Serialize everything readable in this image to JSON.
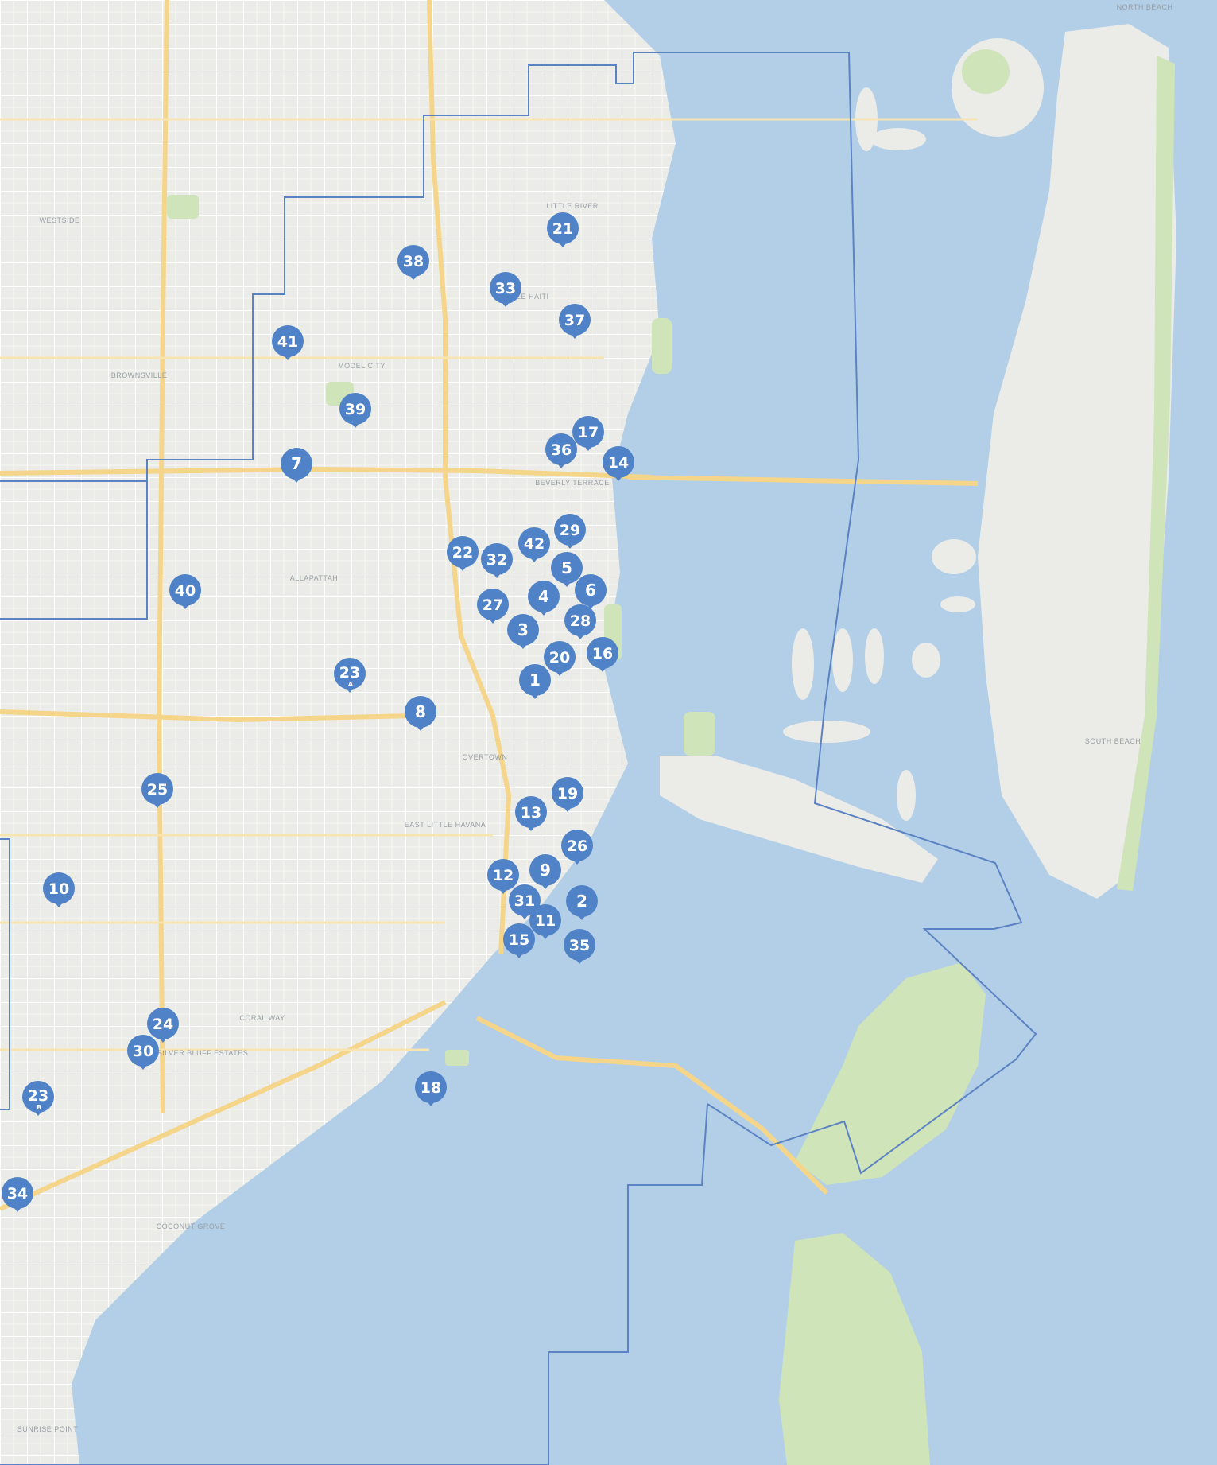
{
  "colors": {
    "land": "#ebebe8",
    "water": "#b3cfe8",
    "park": "#cfe4b8",
    "street": "#ffffff",
    "highway": "#f4d58a",
    "boundary": "#5b82c2",
    "marker": "#4f82c6",
    "marker_text": "#ffffff"
  },
  "place_labels": [
    "LITTLE RIVER",
    "LITTLE HAITI",
    "WESTSIDE",
    "BROWNSVILLE",
    "MODEL CITY",
    "ALLAPATTAH",
    "OVERTOWN",
    "EAST LITTLE HAVANA",
    "CORAL WAY",
    "SILVER BLUFF ESTATES",
    "NORTH BEACH",
    "SOUTH BEACH",
    "BEVERLY TERRACE",
    "COCONUT GROVE",
    "SUNRISE POINT"
  ],
  "markers": [
    {
      "label": "1"
    },
    {
      "label": "2"
    },
    {
      "label": "3"
    },
    {
      "label": "4"
    },
    {
      "label": "5"
    },
    {
      "label": "6"
    },
    {
      "label": "7"
    },
    {
      "label": "8"
    },
    {
      "label": "9"
    },
    {
      "label": "10"
    },
    {
      "label": "11"
    },
    {
      "label": "12"
    },
    {
      "label": "13"
    },
    {
      "label": "14"
    },
    {
      "label": "15"
    },
    {
      "label": "16"
    },
    {
      "label": "17"
    },
    {
      "label": "18"
    },
    {
      "label": "19"
    },
    {
      "label": "20"
    },
    {
      "label": "21"
    },
    {
      "label": "22"
    },
    {
      "label": "23",
      "sub": "A"
    },
    {
      "label": "23",
      "sub": "B"
    },
    {
      "label": "24"
    },
    {
      "label": "25"
    },
    {
      "label": "26"
    },
    {
      "label": "27"
    },
    {
      "label": "28"
    },
    {
      "label": "29"
    },
    {
      "label": "30"
    },
    {
      "label": "31"
    },
    {
      "label": "32"
    },
    {
      "label": "33"
    },
    {
      "label": "34"
    },
    {
      "label": "35"
    },
    {
      "label": "36"
    },
    {
      "label": "37"
    },
    {
      "label": "38"
    },
    {
      "label": "39"
    },
    {
      "label": "40"
    },
    {
      "label": "41"
    },
    {
      "label": "42"
    }
  ]
}
